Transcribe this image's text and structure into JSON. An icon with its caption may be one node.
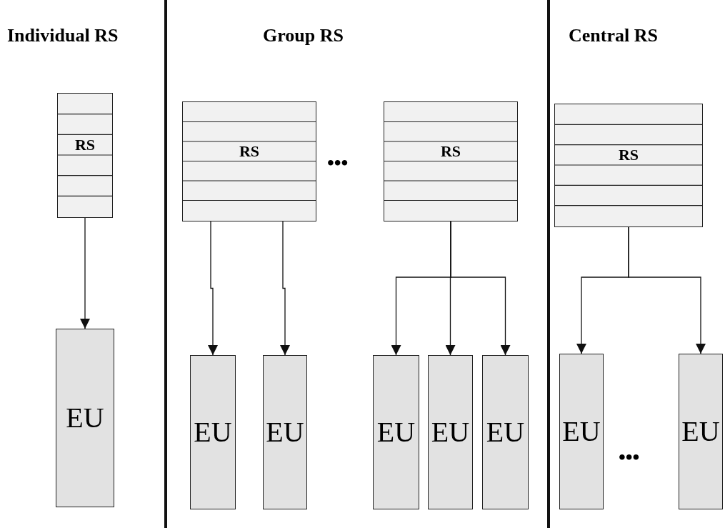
{
  "diagram": {
    "nodes": [
      {
        "text": [
          "RS"
        ]
      },
      {
        "text": [
          "EU"
        ]
      },
      {
        "text": [
          "RS"
        ]
      },
      {
        "text": [
          "RS"
        ]
      },
      {
        "text": [
          "EU"
        ]
      },
      {
        "text": [
          "EU"
        ]
      },
      {
        "text": [
          "EU"
        ]
      },
      {
        "text": [
          "EU"
        ]
      },
      {
        "text": [
          "EU"
        ]
      },
      {
        "text": [
          "RS"
        ]
      },
      {
        "text": [
          "EU"
        ]
      },
      {
        "text": [
          "EU"
        ]
      }
    ],
    "edges": [
      {
        "from": 0,
        "to": 1,
        "arrow": "to"
      },
      {
        "from": 2,
        "to": 4,
        "arrow": "to"
      },
      {
        "from": 2,
        "to": 5,
        "arrow": "to"
      },
      {
        "from": 3,
        "to": 6,
        "arrow": "to"
      },
      {
        "from": 3,
        "to": 7,
        "arrow": "to"
      },
      {
        "from": 3,
        "to": 8,
        "arrow": "to"
      },
      {
        "from": 9,
        "to": 10,
        "arrow": "to"
      },
      {
        "from": 9,
        "to": 11,
        "arrow": "to"
      }
    ],
    "labels": [
      "Individual RS",
      "Group RS",
      "Central RS",
      "•••",
      "•••"
    ]
  }
}
